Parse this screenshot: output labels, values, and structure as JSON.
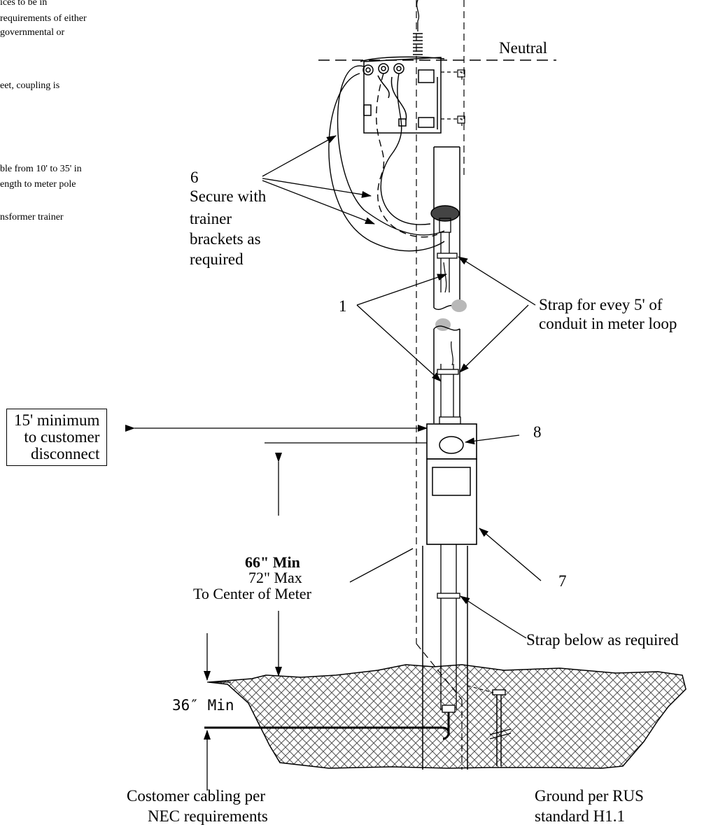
{
  "colors": {
    "ink": "#000000",
    "paper": "#ffffff",
    "hatch": "#555555",
    "cap": "#b0b0b0"
  },
  "notes": [
    "ices to be in",
    "requirements of either",
    "governmental or",
    "eet, coupling is",
    "ble from 10' to 35' in",
    "ength to meter pole",
    "nsformer trainer"
  ],
  "labels": {
    "neutral": "Neutral",
    "six_number": "6",
    "six_text": [
      "Secure with",
      "trainer",
      "brackets as",
      "required"
    ],
    "one_number": "1",
    "strap_every": [
      "Strap for evey 5' of",
      "conduit in meter loop"
    ],
    "eight_number": "8",
    "seven_number": "7",
    "min_box": [
      "15' minimum",
      "to customer",
      "disconnect"
    ],
    "height_min": "66\" Min",
    "height_max": "72\" Max",
    "height_center": "To Center of Meter",
    "strap_below": "Strap below as required",
    "depth": "36″  Min",
    "customer_cabling": [
      "Costomer cabling per",
      "NEC requirements"
    ],
    "ground": [
      "Ground per RUS",
      "standard H1.1"
    ]
  }
}
